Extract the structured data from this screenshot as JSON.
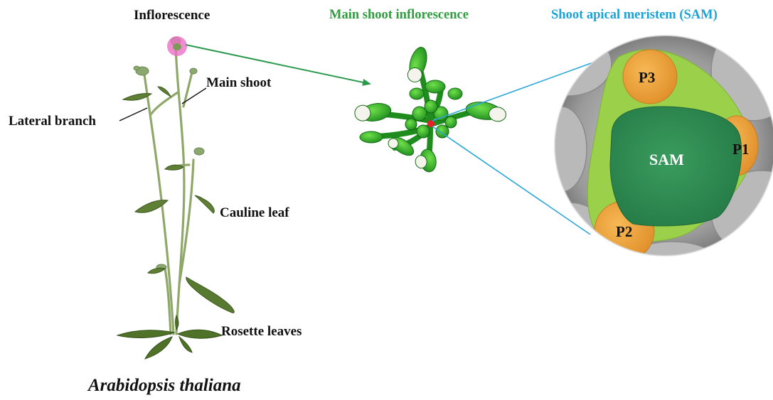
{
  "labels": {
    "inflorescence": "Inflorescence",
    "main_shoot": "Main shoot",
    "lateral_branch": "Lateral branch",
    "cauline_leaf": "Cauline leaf",
    "rosette_leaves": "Rosette leaves",
    "species": "Arabidopsis thaliana"
  },
  "panels": {
    "main_shoot_inflorescence": "Main shoot inflorescence",
    "sam_title": "Shoot apical meristem (SAM)"
  },
  "sam_regions": {
    "center": "SAM",
    "p1": "P1",
    "p2": "P2",
    "p3": "P3"
  },
  "colors": {
    "green_title": "#2e9e3f",
    "blue_title": "#1ca3d8",
    "sam_center": "#2f8f55",
    "primordia": "#f0a43c",
    "peripheral": "#9bd04a",
    "arrow_green": "#2b9a4d",
    "line_blue": "#2aa6d8",
    "highlight_pink": "#ec6fc6",
    "center_dot": "#e8202a"
  }
}
